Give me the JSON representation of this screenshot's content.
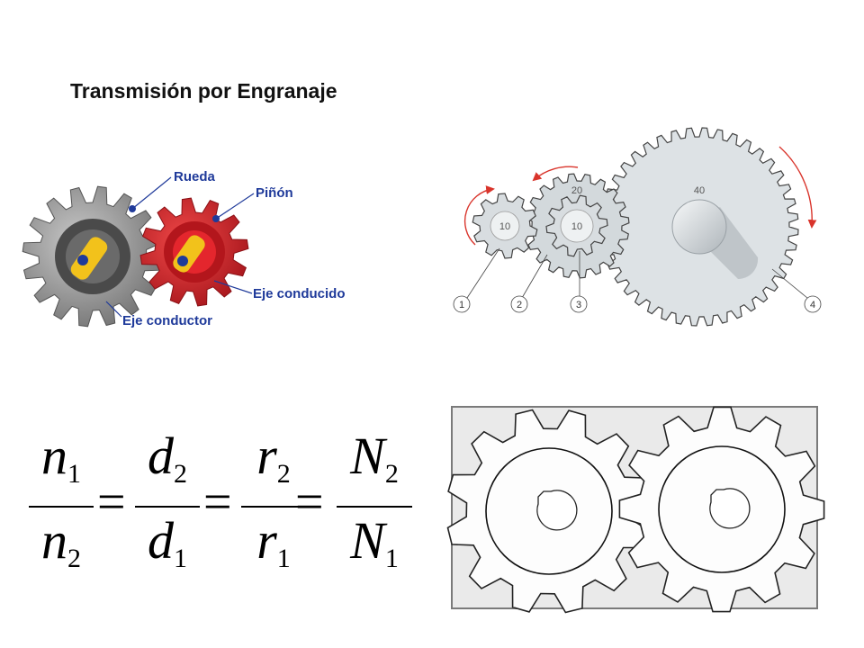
{
  "title": "Transmisión por Engranaje",
  "left_diagram": {
    "labels": {
      "rueda": "Rueda",
      "pinon": "Piñón",
      "eje_conducido": "Eje conducido",
      "eje_conductor": "Eje conductor"
    },
    "colors": {
      "rueda": "#8c8c8c",
      "pinon": "#d8232a",
      "label": "#1f3a9a",
      "shaft": "#f2c21b"
    }
  },
  "train_diagram": {
    "gear_teeth": {
      "g1": "10",
      "g2": "20",
      "g3": "10",
      "g4": "40"
    },
    "callouts": [
      "1",
      "2",
      "3",
      "4"
    ],
    "colors": {
      "gear": "#dde2e5",
      "arrow": "#d9342b"
    }
  },
  "formula": {
    "fractions": [
      {
        "num": "n",
        "num_sub": "1",
        "den": "n",
        "den_sub": "2"
      },
      {
        "num": "d",
        "num_sub": "2",
        "den": "d",
        "den_sub": "1"
      },
      {
        "num": "r",
        "num_sub": "2",
        "den": "r",
        "den_sub": "1"
      },
      {
        "num": "N",
        "num_sub": "2",
        "den": "N",
        "den_sub": "1"
      }
    ],
    "operator": "="
  }
}
